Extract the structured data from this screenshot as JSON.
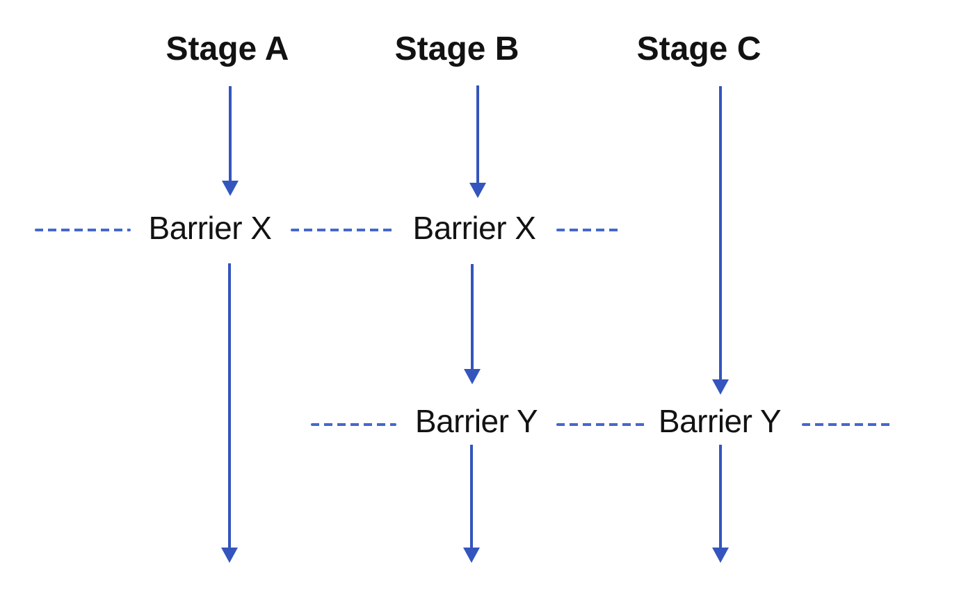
{
  "diagram": {
    "description": "Three-stage pipeline flow diagram with synchronization barriers",
    "stages": [
      {
        "label": "Stage A"
      },
      {
        "label": "Stage B"
      },
      {
        "label": "Stage C"
      }
    ],
    "barriers": [
      {
        "label": "Barrier X"
      },
      {
        "label": "Barrier Y"
      }
    ],
    "colors": {
      "arrow_blue": "#3455bd",
      "dash_blue": "#4567cb",
      "text_black": "#121212",
      "background": "#ffffff"
    }
  }
}
